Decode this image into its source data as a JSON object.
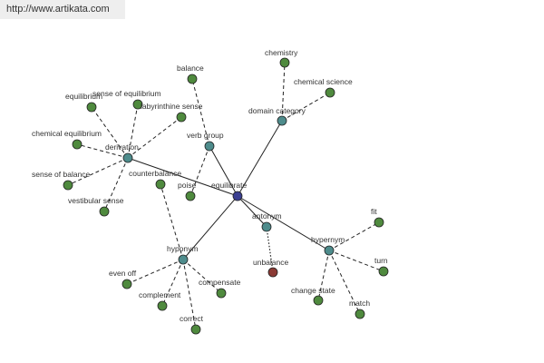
{
  "header": {
    "url": "http://www.artikata.com"
  },
  "colors": {
    "center": "#3b3f91",
    "relation": "#4e8c8c",
    "leaf": "#4f8a3e",
    "antonym_leaf": "#8b3a34"
  },
  "graph": {
    "nodes": [
      {
        "id": "equilibrate",
        "label": "equilibrate",
        "kind": "center"
      },
      {
        "id": "derivation",
        "label": "derivation",
        "kind": "relation"
      },
      {
        "id": "verb_group",
        "label": "verb group",
        "kind": "relation"
      },
      {
        "id": "domain_category",
        "label": "domain category",
        "kind": "relation"
      },
      {
        "id": "antonym",
        "label": "antonym",
        "kind": "relation"
      },
      {
        "id": "hypernym",
        "label": "hypernym",
        "kind": "relation"
      },
      {
        "id": "hyponym",
        "label": "hyponym",
        "kind": "relation"
      },
      {
        "id": "balance",
        "label": "balance",
        "kind": "leaf"
      },
      {
        "id": "chemistry",
        "label": "chemistry",
        "kind": "leaf"
      },
      {
        "id": "chemical_science",
        "label": "chemical science",
        "kind": "leaf"
      },
      {
        "id": "equilibrium",
        "label": "equilibrium",
        "kind": "leaf"
      },
      {
        "id": "sense_of_equilibrium",
        "label": "sense of equilibrium",
        "kind": "leaf"
      },
      {
        "id": "labyrinthine_sense",
        "label": "labyrinthine sense",
        "kind": "leaf"
      },
      {
        "id": "chemical_equilibrium",
        "label": "chemical equilibrium",
        "kind": "leaf"
      },
      {
        "id": "sense_of_balance",
        "label": "sense of balance",
        "kind": "leaf"
      },
      {
        "id": "vestibular_sense",
        "label": "vestibular sense",
        "kind": "leaf"
      },
      {
        "id": "counterbalance",
        "label": "counterbalance",
        "kind": "leaf"
      },
      {
        "id": "poise",
        "label": "poise",
        "kind": "leaf"
      },
      {
        "id": "unbalance",
        "label": "unbalance",
        "kind": "antonym_leaf"
      },
      {
        "id": "fit",
        "label": "fit",
        "kind": "leaf"
      },
      {
        "id": "turn",
        "label": "turn",
        "kind": "leaf"
      },
      {
        "id": "change_state",
        "label": "change state",
        "kind": "leaf"
      },
      {
        "id": "match",
        "label": "match",
        "kind": "leaf"
      },
      {
        "id": "even_off",
        "label": "even off",
        "kind": "leaf"
      },
      {
        "id": "complement",
        "label": "complement",
        "kind": "leaf"
      },
      {
        "id": "compensate",
        "label": "compensate",
        "kind": "leaf"
      },
      {
        "id": "correct",
        "label": "correct",
        "kind": "leaf"
      }
    ],
    "edges": [
      {
        "from": "equilibrate",
        "to": "derivation",
        "style": "solid"
      },
      {
        "from": "equilibrate",
        "to": "verb_group",
        "style": "solid"
      },
      {
        "from": "equilibrate",
        "to": "domain_category",
        "style": "solid"
      },
      {
        "from": "equilibrate",
        "to": "antonym",
        "style": "solid"
      },
      {
        "from": "equilibrate",
        "to": "hypernym",
        "style": "solid"
      },
      {
        "from": "equilibrate",
        "to": "hyponym",
        "style": "solid"
      },
      {
        "from": "derivation",
        "to": "equilibrium",
        "style": "dash"
      },
      {
        "from": "derivation",
        "to": "sense_of_equilibrium",
        "style": "dash"
      },
      {
        "from": "derivation",
        "to": "labyrinthine_sense",
        "style": "dash"
      },
      {
        "from": "derivation",
        "to": "chemical_equilibrium",
        "style": "dash"
      },
      {
        "from": "derivation",
        "to": "sense_of_balance",
        "style": "dash"
      },
      {
        "from": "derivation",
        "to": "vestibular_sense",
        "style": "dash"
      },
      {
        "from": "verb_group",
        "to": "balance",
        "style": "dash"
      },
      {
        "from": "verb_group",
        "to": "poise",
        "style": "dash"
      },
      {
        "from": "domain_category",
        "to": "chemistry",
        "style": "dash"
      },
      {
        "from": "domain_category",
        "to": "chemical_science",
        "style": "dash"
      },
      {
        "from": "antonym",
        "to": "unbalance",
        "style": "dot"
      },
      {
        "from": "hypernym",
        "to": "fit",
        "style": "dash"
      },
      {
        "from": "hypernym",
        "to": "turn",
        "style": "dash"
      },
      {
        "from": "hypernym",
        "to": "change_state",
        "style": "dash"
      },
      {
        "from": "hypernym",
        "to": "match",
        "style": "dash"
      },
      {
        "from": "hyponym",
        "to": "counterbalance",
        "style": "dash"
      },
      {
        "from": "hyponym",
        "to": "even_off",
        "style": "dash"
      },
      {
        "from": "hyponym",
        "to": "complement",
        "style": "dash"
      },
      {
        "from": "hyponym",
        "to": "compensate",
        "style": "dash"
      },
      {
        "from": "hyponym",
        "to": "correct",
        "style": "dash"
      }
    ]
  }
}
